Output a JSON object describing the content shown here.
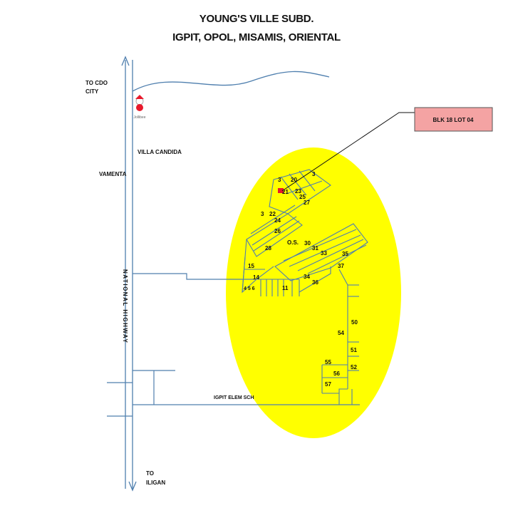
{
  "title": {
    "line1": "YOUNG'S VILLE SUBD.",
    "line2": "IGPIT, OPOL, MISAMIS, ORIENTAL"
  },
  "callout": {
    "text": "BLK 18 LOT 04",
    "fill": "#f4a3a3"
  },
  "colors": {
    "highlight": "#ffff00",
    "road": "#4f7fae",
    "marker": "#e8192c"
  },
  "places": {
    "to_cdo_line1": "TO CDO",
    "to_cdo_line2": "CITY",
    "jollibee": "Jollibee",
    "villa_candida": "VILLA CANDIDA",
    "vamenta": "VAMENTA",
    "national_highway": "NATIONAL HIGHWAY",
    "igpit_elem_sch": "IGPIT ELEM SCH",
    "to_iligan_line1": "TO",
    "to_iligan_line2": "ILIGAN"
  },
  "lots": {
    "l3a": "3",
    "l20": "20",
    "l3b": "3",
    "l21": "21",
    "l23": "23",
    "l25": "25",
    "l27": "27",
    "l3c": "3",
    "l22": "22",
    "l24": "24",
    "l26": "26",
    "l28": "28",
    "os": "O.S.",
    "l30": "30",
    "l31": "31",
    "l33": "33",
    "l35": "35",
    "l37": "37",
    "l15": "15",
    "l14": "14",
    "l456": "4 5 6",
    "l11": "11",
    "l34": "34",
    "l36": "36",
    "l50": "50",
    "l54": "54",
    "l51": "51",
    "l52": "52",
    "l55": "55",
    "l56": "56",
    "l57": "57"
  }
}
